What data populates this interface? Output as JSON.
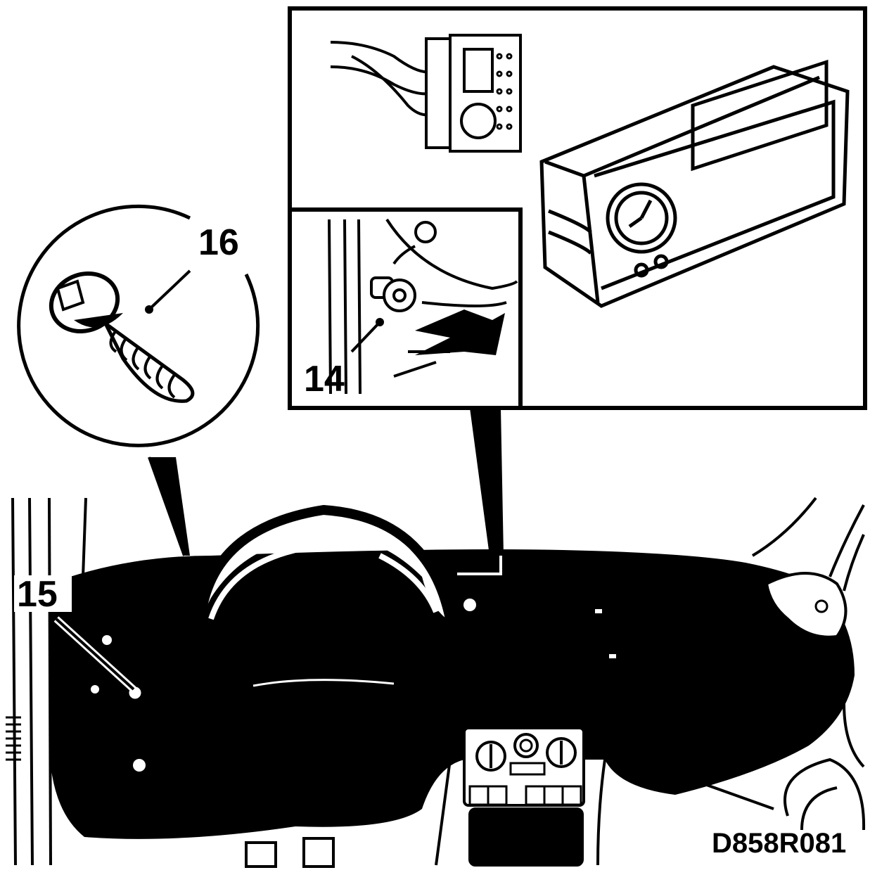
{
  "callouts": {
    "screw": "16",
    "fixing": "15",
    "clip": "14"
  },
  "figure_code": "D858R081",
  "colors": {
    "ink": "#000000",
    "paper": "#ffffff"
  }
}
